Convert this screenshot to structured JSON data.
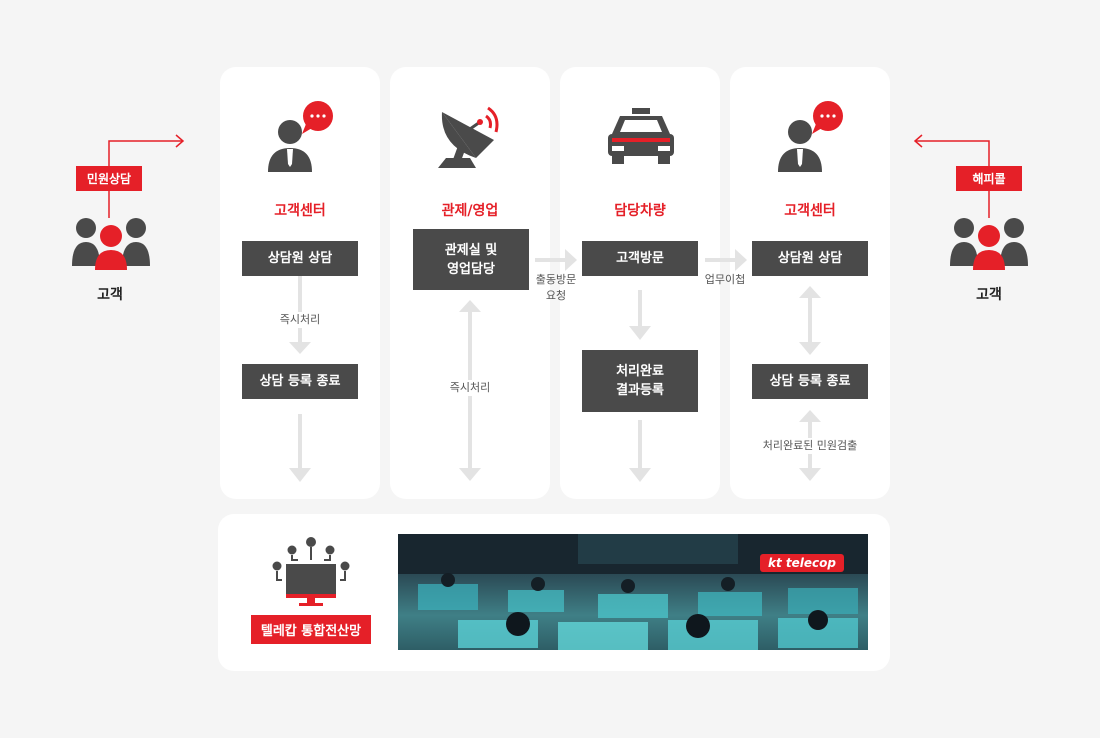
{
  "left_customer": {
    "tag": "민원상담",
    "label": "고객"
  },
  "right_customer": {
    "tag": "해피콜",
    "label": "고객"
  },
  "col1": {
    "title": "고객센터",
    "box1": "상담원 상담",
    "note": "즉시처리",
    "box2": "상담 등록 종료"
  },
  "col2": {
    "title": "관제/영업",
    "box1_line1": "관제실 및",
    "box1_line2": "영업담당",
    "note": "즉시처리"
  },
  "col3": {
    "title": "담당차량",
    "box1": "고객방문",
    "box2_line1": "처리완료",
    "box2_line2": "결과등록"
  },
  "col4": {
    "title": "고객센터",
    "box1": "상담원 상담",
    "box2": "상담 등록 종료",
    "note": "처리완료된 민원검출"
  },
  "between_2_3": {
    "line1": "출동방문",
    "line2": "요청"
  },
  "between_3_4": {
    "line1": "업무이첩"
  },
  "bottom": {
    "label": "텔레캅 통합전산망",
    "photo_brand": "kt telecop"
  },
  "colors": {
    "accent": "#e52028",
    "box": "#4a4a4a",
    "arrow": "#e3e3e3",
    "background": "#f5f5f5"
  }
}
